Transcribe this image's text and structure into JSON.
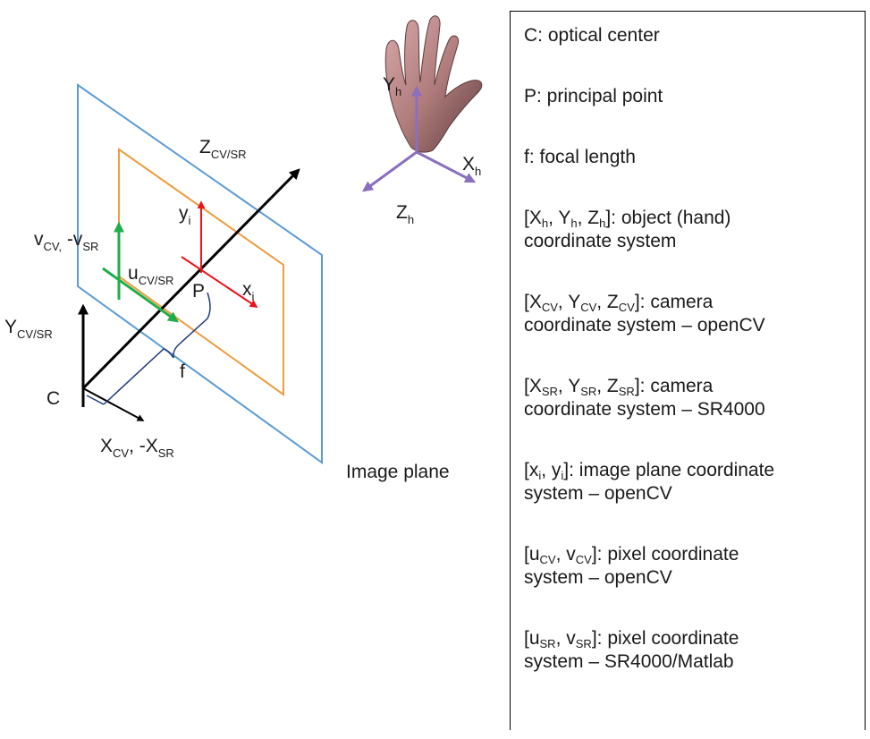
{
  "diagram": {
    "labels": {
      "z_cv_sr": {
        "base": "Z",
        "sub": "CV/SR"
      },
      "y_cv_sr": {
        "base": "Y",
        "sub": "CV/SR"
      },
      "x_axis": {
        "base1": "X",
        "sub1": "CV",
        "mid": ", -X",
        "sub2": "SR"
      },
      "v_axis": {
        "base1": "v",
        "sub1": "CV,",
        "mid": " -v",
        "sub2": "SR"
      },
      "u_axis": {
        "base": "u",
        "sub": "CV/SR"
      },
      "y_i": {
        "base": "y",
        "sub": "i"
      },
      "x_i": {
        "base": "x",
        "sub": "i"
      },
      "p": "P",
      "c": "C",
      "f": "f",
      "image_plane": "Image plane",
      "hand_y": {
        "base": "Y",
        "sub": "h"
      },
      "hand_x": {
        "base": "X",
        "sub": "h"
      },
      "hand_z": {
        "base": "Z",
        "sub": "h"
      }
    },
    "colors": {
      "image_plane": "#5b9bd5",
      "pixel_frame": "#ed9c3f",
      "red_axes": "#e8141b",
      "green_axes": "#1fae4a",
      "hand_axes": "#8a6fbf",
      "hand_skin": "#b07d7d",
      "black_axes": "#000000",
      "focal_bracket": "#1f3c7a"
    }
  },
  "legend": [
    {
      "parts": [
        {
          "t": "C: optical center"
        }
      ]
    },
    {
      "parts": [
        {
          "t": "P: principal point"
        }
      ]
    },
    {
      "parts": [
        {
          "t": "f: focal length"
        }
      ]
    },
    {
      "parts": [
        {
          "t": "[X"
        },
        {
          "s": "h"
        },
        {
          "t": ", Y"
        },
        {
          "s": "h"
        },
        {
          "t": ", Z"
        },
        {
          "s": "h"
        },
        {
          "t": "]: object (hand)"
        },
        {
          "br": true
        },
        {
          "t": "coordinate system"
        }
      ]
    },
    {
      "parts": [
        {
          "t": "[X"
        },
        {
          "s": "CV"
        },
        {
          "t": ", Y"
        },
        {
          "s": "CV"
        },
        {
          "t": ", Z"
        },
        {
          "s": "CV"
        },
        {
          "t": "]: camera"
        },
        {
          "br": true
        },
        {
          "t": "coordinate system – openCV"
        }
      ]
    },
    {
      "parts": [
        {
          "t": "[X"
        },
        {
          "s": "SR"
        },
        {
          "t": ", Y"
        },
        {
          "s": "SR"
        },
        {
          "t": ", Z"
        },
        {
          "s": "SR"
        },
        {
          "t": "]: camera"
        },
        {
          "br": true
        },
        {
          "t": "coordinate system – SR4000"
        }
      ]
    },
    {
      "parts": [
        {
          "t": "[x"
        },
        {
          "s": "i"
        },
        {
          "t": ", y"
        },
        {
          "s": "i"
        },
        {
          "t": "]: image plane coordinate"
        },
        {
          "br": true
        },
        {
          "t": "system – openCV"
        }
      ]
    },
    {
      "parts": [
        {
          "t": "[u"
        },
        {
          "s": "CV"
        },
        {
          "t": ", v"
        },
        {
          "s": "CV"
        },
        {
          "t": "]: pixel coordinate"
        },
        {
          "br": true
        },
        {
          "t": "system – openCV"
        }
      ]
    },
    {
      "parts": [
        {
          "t": "[u"
        },
        {
          "s": "SR"
        },
        {
          "t": ", v"
        },
        {
          "s": "SR"
        },
        {
          "t": "]: pixel coordinate"
        },
        {
          "br": true
        },
        {
          "t": "system – SR4000/Matlab"
        }
      ]
    }
  ]
}
